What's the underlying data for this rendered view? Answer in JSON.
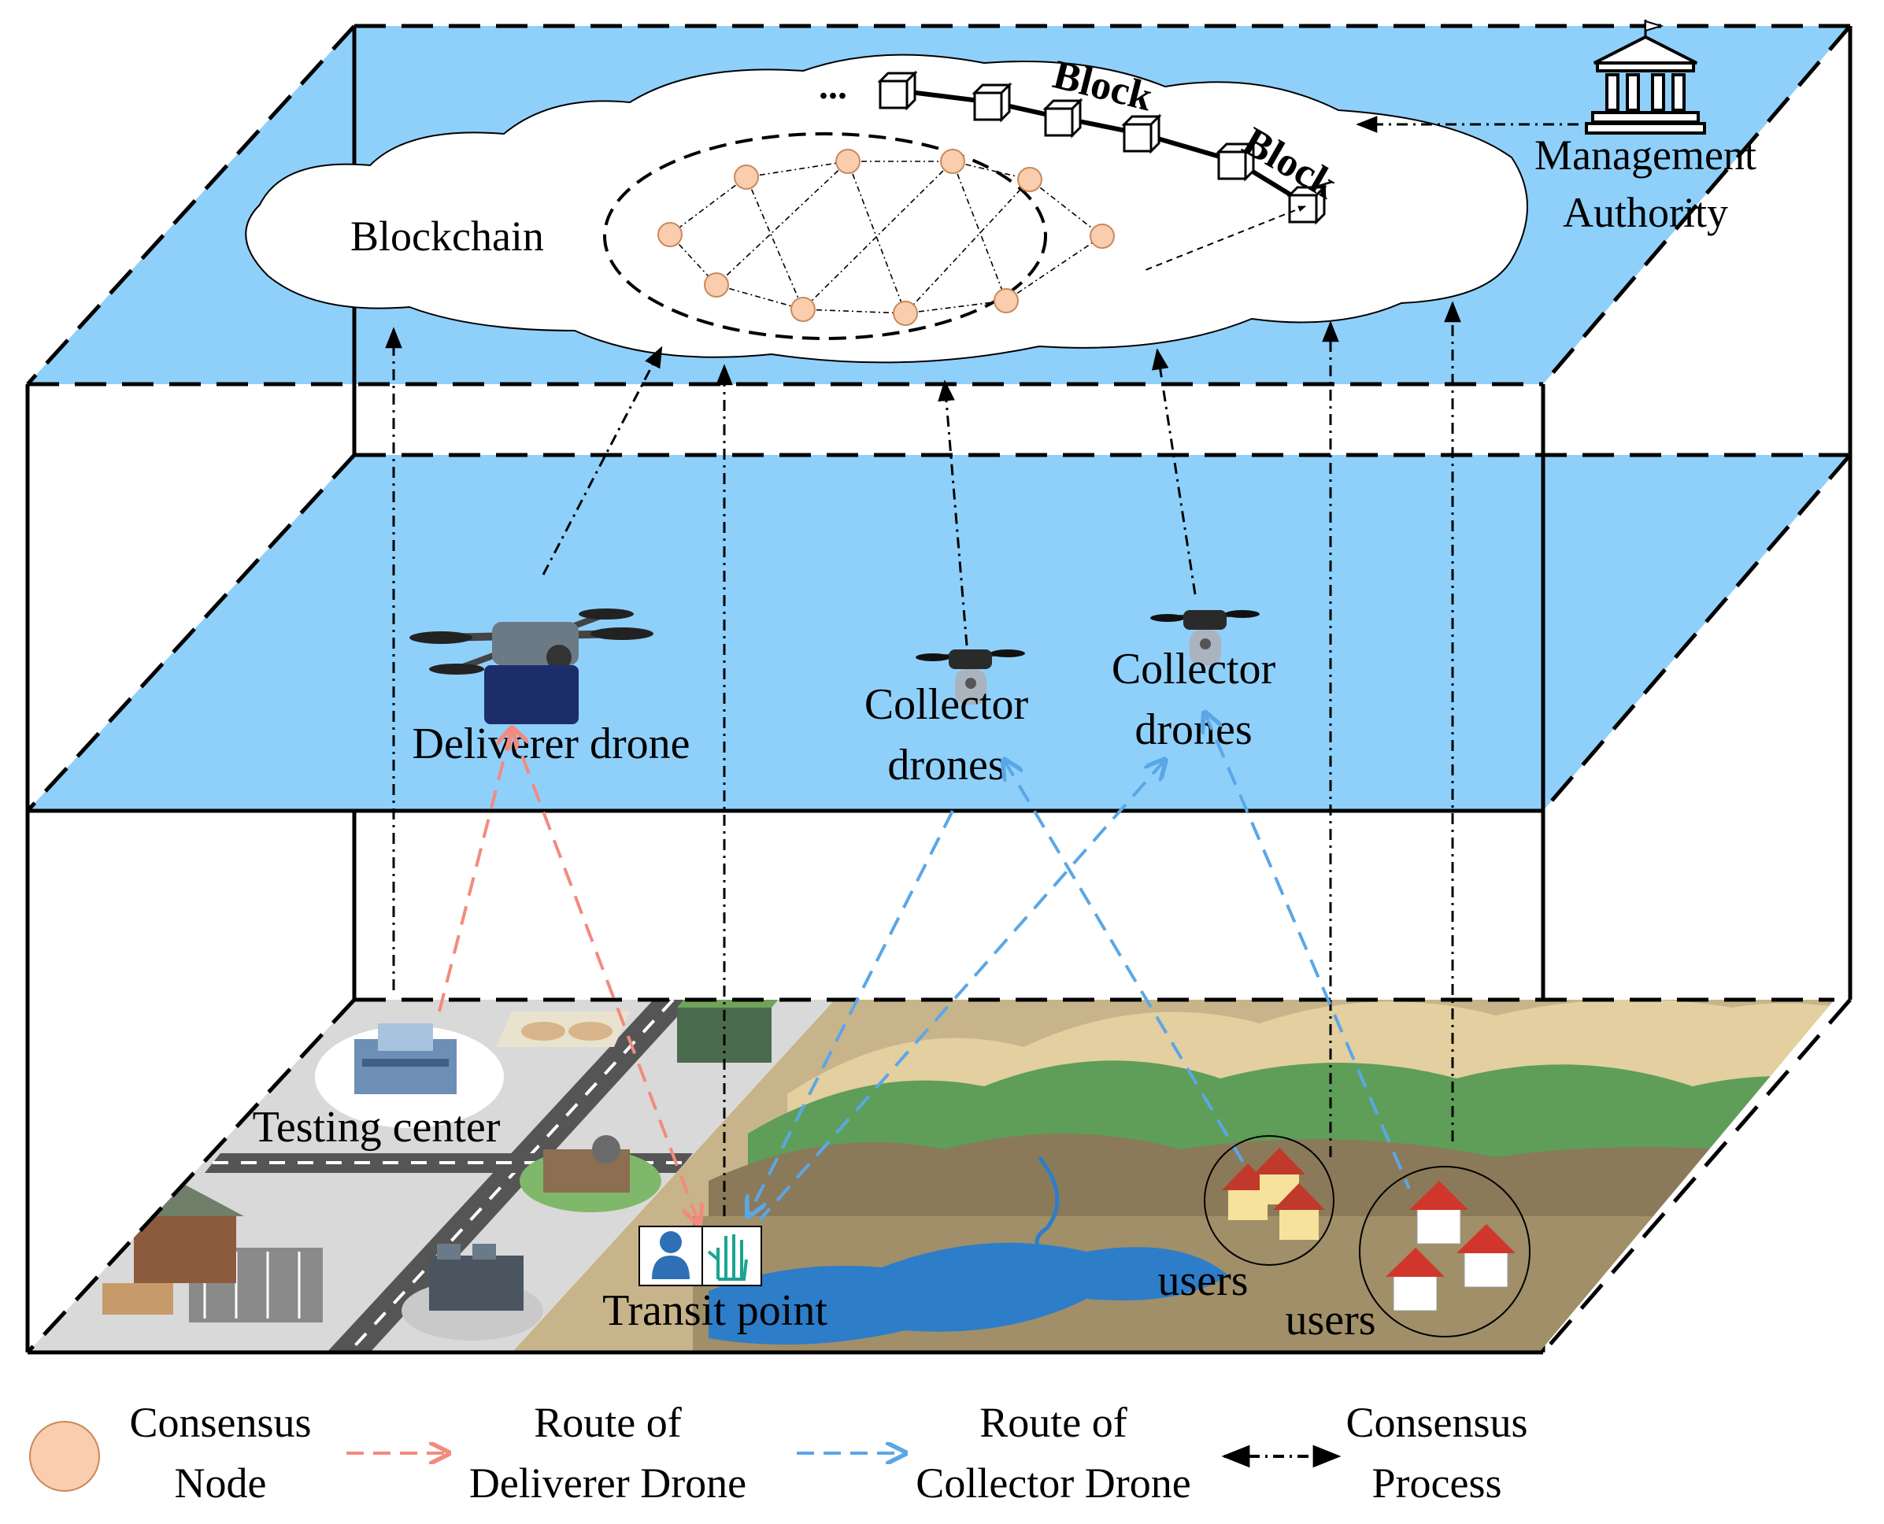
{
  "labels": {
    "blockchain": "Blockchain",
    "ellipsis": "...",
    "block_top": "Block",
    "block_right": "Block",
    "management_line1": "Management",
    "management_line2": "Authority",
    "deliverer_drone": "Deliverer drone",
    "collector1_line1": "Collector",
    "collector1_line2": "drones",
    "collector2_line1": "Collector",
    "collector2_line2": "drones",
    "testing_center": "Testing center",
    "transit_point": "Transit point",
    "users1": "users",
    "users2": "users"
  },
  "legend": {
    "consensus_node_line1": "Consensus",
    "consensus_node_line2": "Node",
    "deliverer_route_line1": "Route of",
    "deliverer_route_line2": "Deliverer Drone",
    "collector_route_line1": "Route of",
    "collector_route_line2": "Collector Drone",
    "consensus_process_line1": "Consensus",
    "consensus_process_line2": "Process"
  },
  "colors": {
    "layer_blue": "#8FD0FA",
    "cloud_fill": "#FFFFFF",
    "node_fill": "#F9CDAE",
    "node_stroke": "#C98A5A",
    "deliverer_route": "#F28B7E",
    "collector_route": "#5AA7E6",
    "consensus_line": "#000000",
    "ground_city": "#D9D9D9",
    "ground_terrain": "#C8B48A",
    "lake": "#2E7DC9",
    "hills_green": "#5E9E58"
  },
  "icons": {
    "management": "bank-building-icon",
    "drone": "quadcopter-drone-icon",
    "transit_user": "user-icon",
    "transit_glove": "glove-icon",
    "house": "house-icon"
  }
}
